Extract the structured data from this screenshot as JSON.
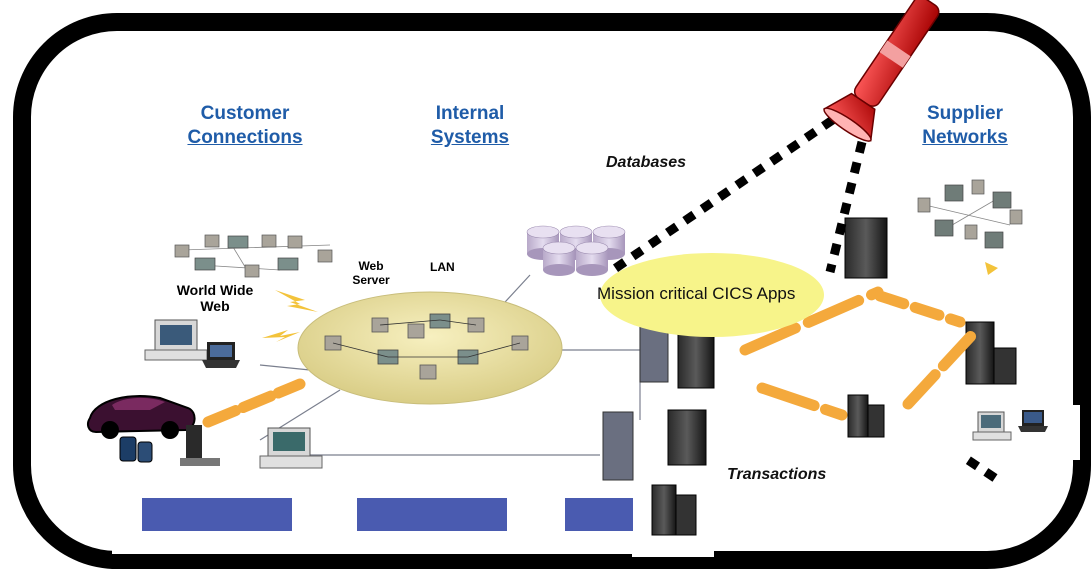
{
  "diagram": {
    "headings": {
      "customer": {
        "line1": "Customer",
        "line2": "Connections"
      },
      "internal": {
        "line1": "Internal",
        "line2": "Systems"
      },
      "supplier": {
        "line1": "Supplier",
        "line2": "Networks"
      }
    },
    "labels": {
      "databases": "Databases",
      "web_server_line1": "Web",
      "web_server_line2": "Server",
      "lan": "LAN",
      "www_line1": "World Wide",
      "www_line2": "Web",
      "mission_critical": "Mission critical CICS Apps",
      "transactions": "Transactions"
    },
    "icons": {
      "flashlight": "flashlight-icon",
      "database": "database-cylinder-icon",
      "mainframe": "mainframe-server-icon",
      "desktop": "desktop-computer-icon",
      "laptop": "laptop-icon",
      "car": "car-icon",
      "phone": "mobile-phone-icon"
    },
    "colors": {
      "heading": "#1f5ca8",
      "lan_ellipse": "#ece3a6",
      "highlight_ellipse": "#f7f48a",
      "link_orange": "#f4a93c",
      "flashlight_red": "#d81818",
      "bar_blue": "#4a5bb0",
      "frame": "#000000"
    }
  }
}
